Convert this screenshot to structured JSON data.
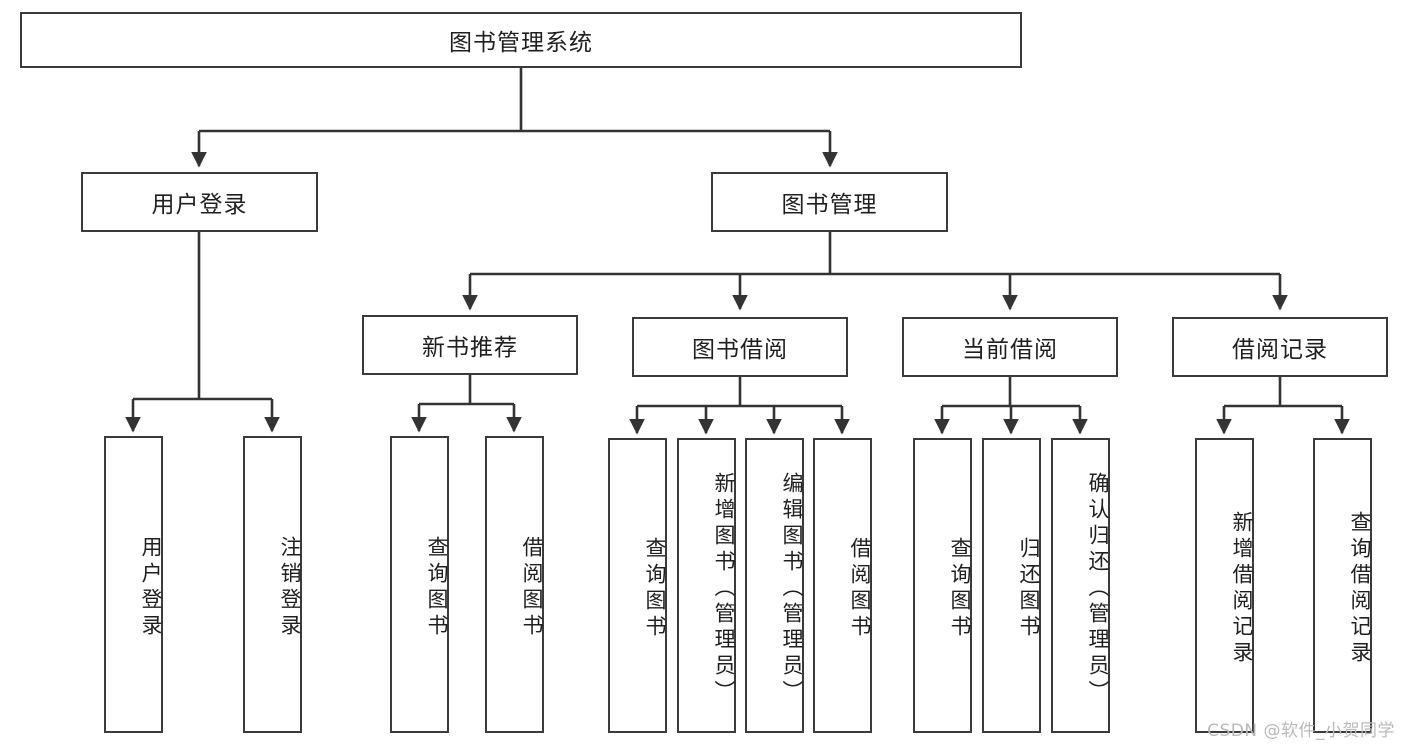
{
  "diagram": {
    "title": "图书管理系统",
    "type": "tree-hierarchy-diagram",
    "colors": {
      "box_border": "#3a3a3a",
      "box_fill": "#ffffff",
      "edge": "#333333",
      "text": "#1f1f1f",
      "watermark": "#b9b9b9"
    },
    "root": {
      "label": "图书管理系统"
    },
    "level2": [
      {
        "label": "用户登录"
      },
      {
        "label": "图书管理"
      }
    ],
    "level3": [
      {
        "label": "新书推荐"
      },
      {
        "label": "图书借阅"
      },
      {
        "label": "当前借阅"
      },
      {
        "label": "借阅记录"
      }
    ],
    "leaves": {
      "user_login": [
        {
          "label": "用户登录"
        },
        {
          "label": "注销登录"
        }
      ],
      "new_book_recommend": [
        {
          "label": "查询图书"
        },
        {
          "label": "借阅图书"
        }
      ],
      "book_borrow": [
        {
          "label": "查询图书"
        },
        {
          "label": "新增图书（管理员）"
        },
        {
          "label": "编辑图书（管理员）"
        },
        {
          "label": "借阅图书"
        }
      ],
      "current_borrow": [
        {
          "label": "查询图书"
        },
        {
          "label": "归还图书"
        },
        {
          "label": "确认归还（管理员）"
        }
      ],
      "borrow_record": [
        {
          "label": "新增借阅记录"
        },
        {
          "label": "查询借阅记录"
        }
      ]
    },
    "watermark": "CSDN @软件_小贺同学"
  }
}
